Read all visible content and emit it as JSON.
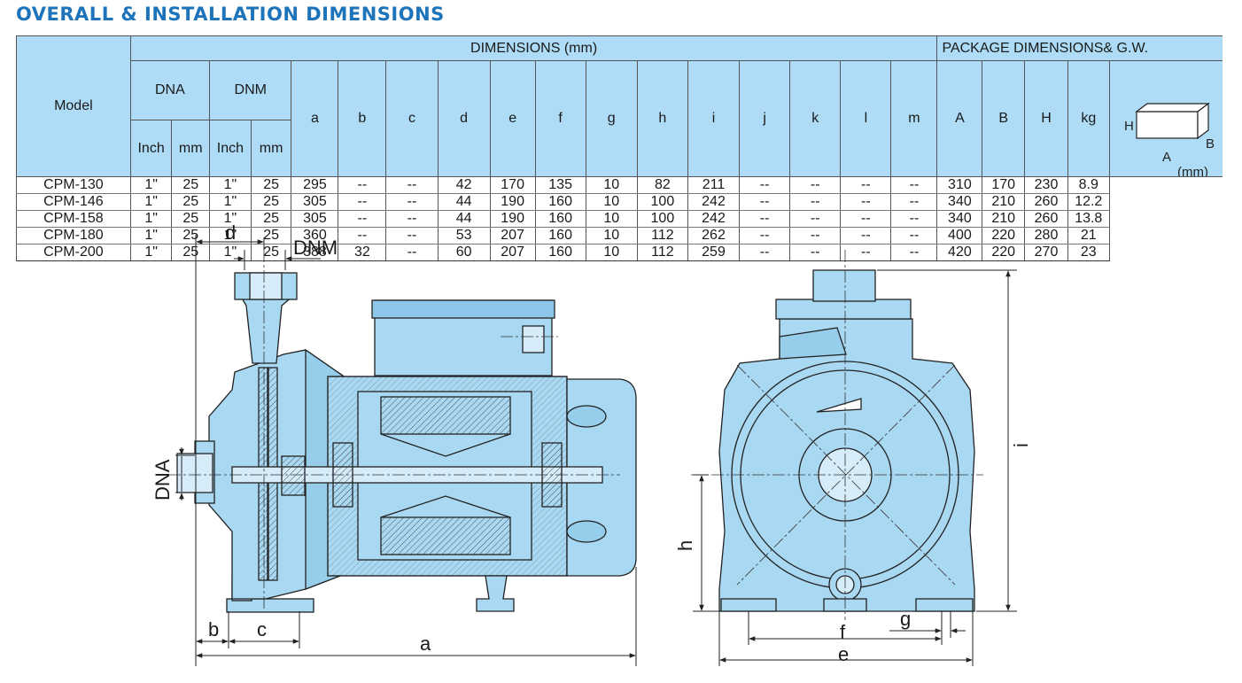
{
  "title": "OVERALL & INSTALLATION DIMENSIONS",
  "table": {
    "model_header": "Model",
    "dimensions_header": "DIMENSIONS (mm)",
    "package_header": "PACKAGE DIMENSIONS& G.W.",
    "dna_label": "DNA",
    "dnm_label": "DNM",
    "unit_inch": "Inch",
    "unit_mm": "mm",
    "dim_columns": [
      "a",
      "b",
      "c",
      "d",
      "e",
      "f",
      "g",
      "h",
      "i",
      "j",
      "k",
      "l",
      "m"
    ],
    "pkg_columns": [
      "A",
      "B",
      "H",
      "kg"
    ],
    "rows": [
      {
        "model": "CPM-130",
        "dna_inch": "1\"",
        "dna_mm": "25",
        "dnm_inch": "1\"",
        "dnm_mm": "25",
        "dims": [
          "295",
          "--",
          "--",
          "42",
          "170",
          "135",
          "10",
          "82",
          "211",
          "--",
          "--",
          "--",
          "--"
        ],
        "pkg": [
          "310",
          "170",
          "230",
          "8.9"
        ]
      },
      {
        "model": "CPM-146",
        "dna_inch": "1\"",
        "dna_mm": "25",
        "dnm_inch": "1\"",
        "dnm_mm": "25",
        "dims": [
          "305",
          "--",
          "--",
          "44",
          "190",
          "160",
          "10",
          "100",
          "242",
          "--",
          "--",
          "--",
          "--"
        ],
        "pkg": [
          "340",
          "210",
          "260",
          "12.2"
        ]
      },
      {
        "model": "CPM-158",
        "dna_inch": "1\"",
        "dna_mm": "25",
        "dnm_inch": "1\"",
        "dnm_mm": "25",
        "dims": [
          "305",
          "--",
          "--",
          "44",
          "190",
          "160",
          "10",
          "100",
          "242",
          "--",
          "--",
          "--",
          "--"
        ],
        "pkg": [
          "340",
          "210",
          "260",
          "13.8"
        ]
      },
      {
        "model": "CPM-180",
        "dna_inch": "1\"",
        "dna_mm": "25",
        "dnm_inch": "1\"",
        "dnm_mm": "25",
        "dims": [
          "360",
          "--",
          "--",
          "53",
          "207",
          "160",
          "10",
          "112",
          "262",
          "--",
          "--",
          "--",
          "--"
        ],
        "pkg": [
          "400",
          "220",
          "280",
          "21"
        ]
      },
      {
        "model": "CPM-200",
        "dna_inch": "1\"",
        "dna_mm": "25",
        "dnm_inch": "1\"",
        "dnm_mm": "25",
        "dims": [
          "388",
          "32",
          "--",
          "60",
          "207",
          "160",
          "10",
          "112",
          "259",
          "--",
          "--",
          "--",
          "--"
        ],
        "pkg": [
          "420",
          "220",
          "270",
          "23"
        ]
      }
    ]
  },
  "package_box": {
    "label_h": "H",
    "label_b": "B",
    "label_a": "A",
    "unit": "(mm)"
  },
  "drawing": {
    "label_d": "d",
    "label_dnm": "DNM",
    "label_dna": "DNA",
    "label_b": "b",
    "label_c": "c",
    "label_a": "a",
    "label_h": "h",
    "label_i": "i",
    "label_f": "f",
    "label_g": "g",
    "label_e": "e"
  },
  "colors": {
    "title": "#1e74ba",
    "header_fill": "#aedcf6",
    "pump_fill": "#a9d8f2",
    "pump_fill_dark": "#8cc6e8",
    "line": "#222222"
  }
}
